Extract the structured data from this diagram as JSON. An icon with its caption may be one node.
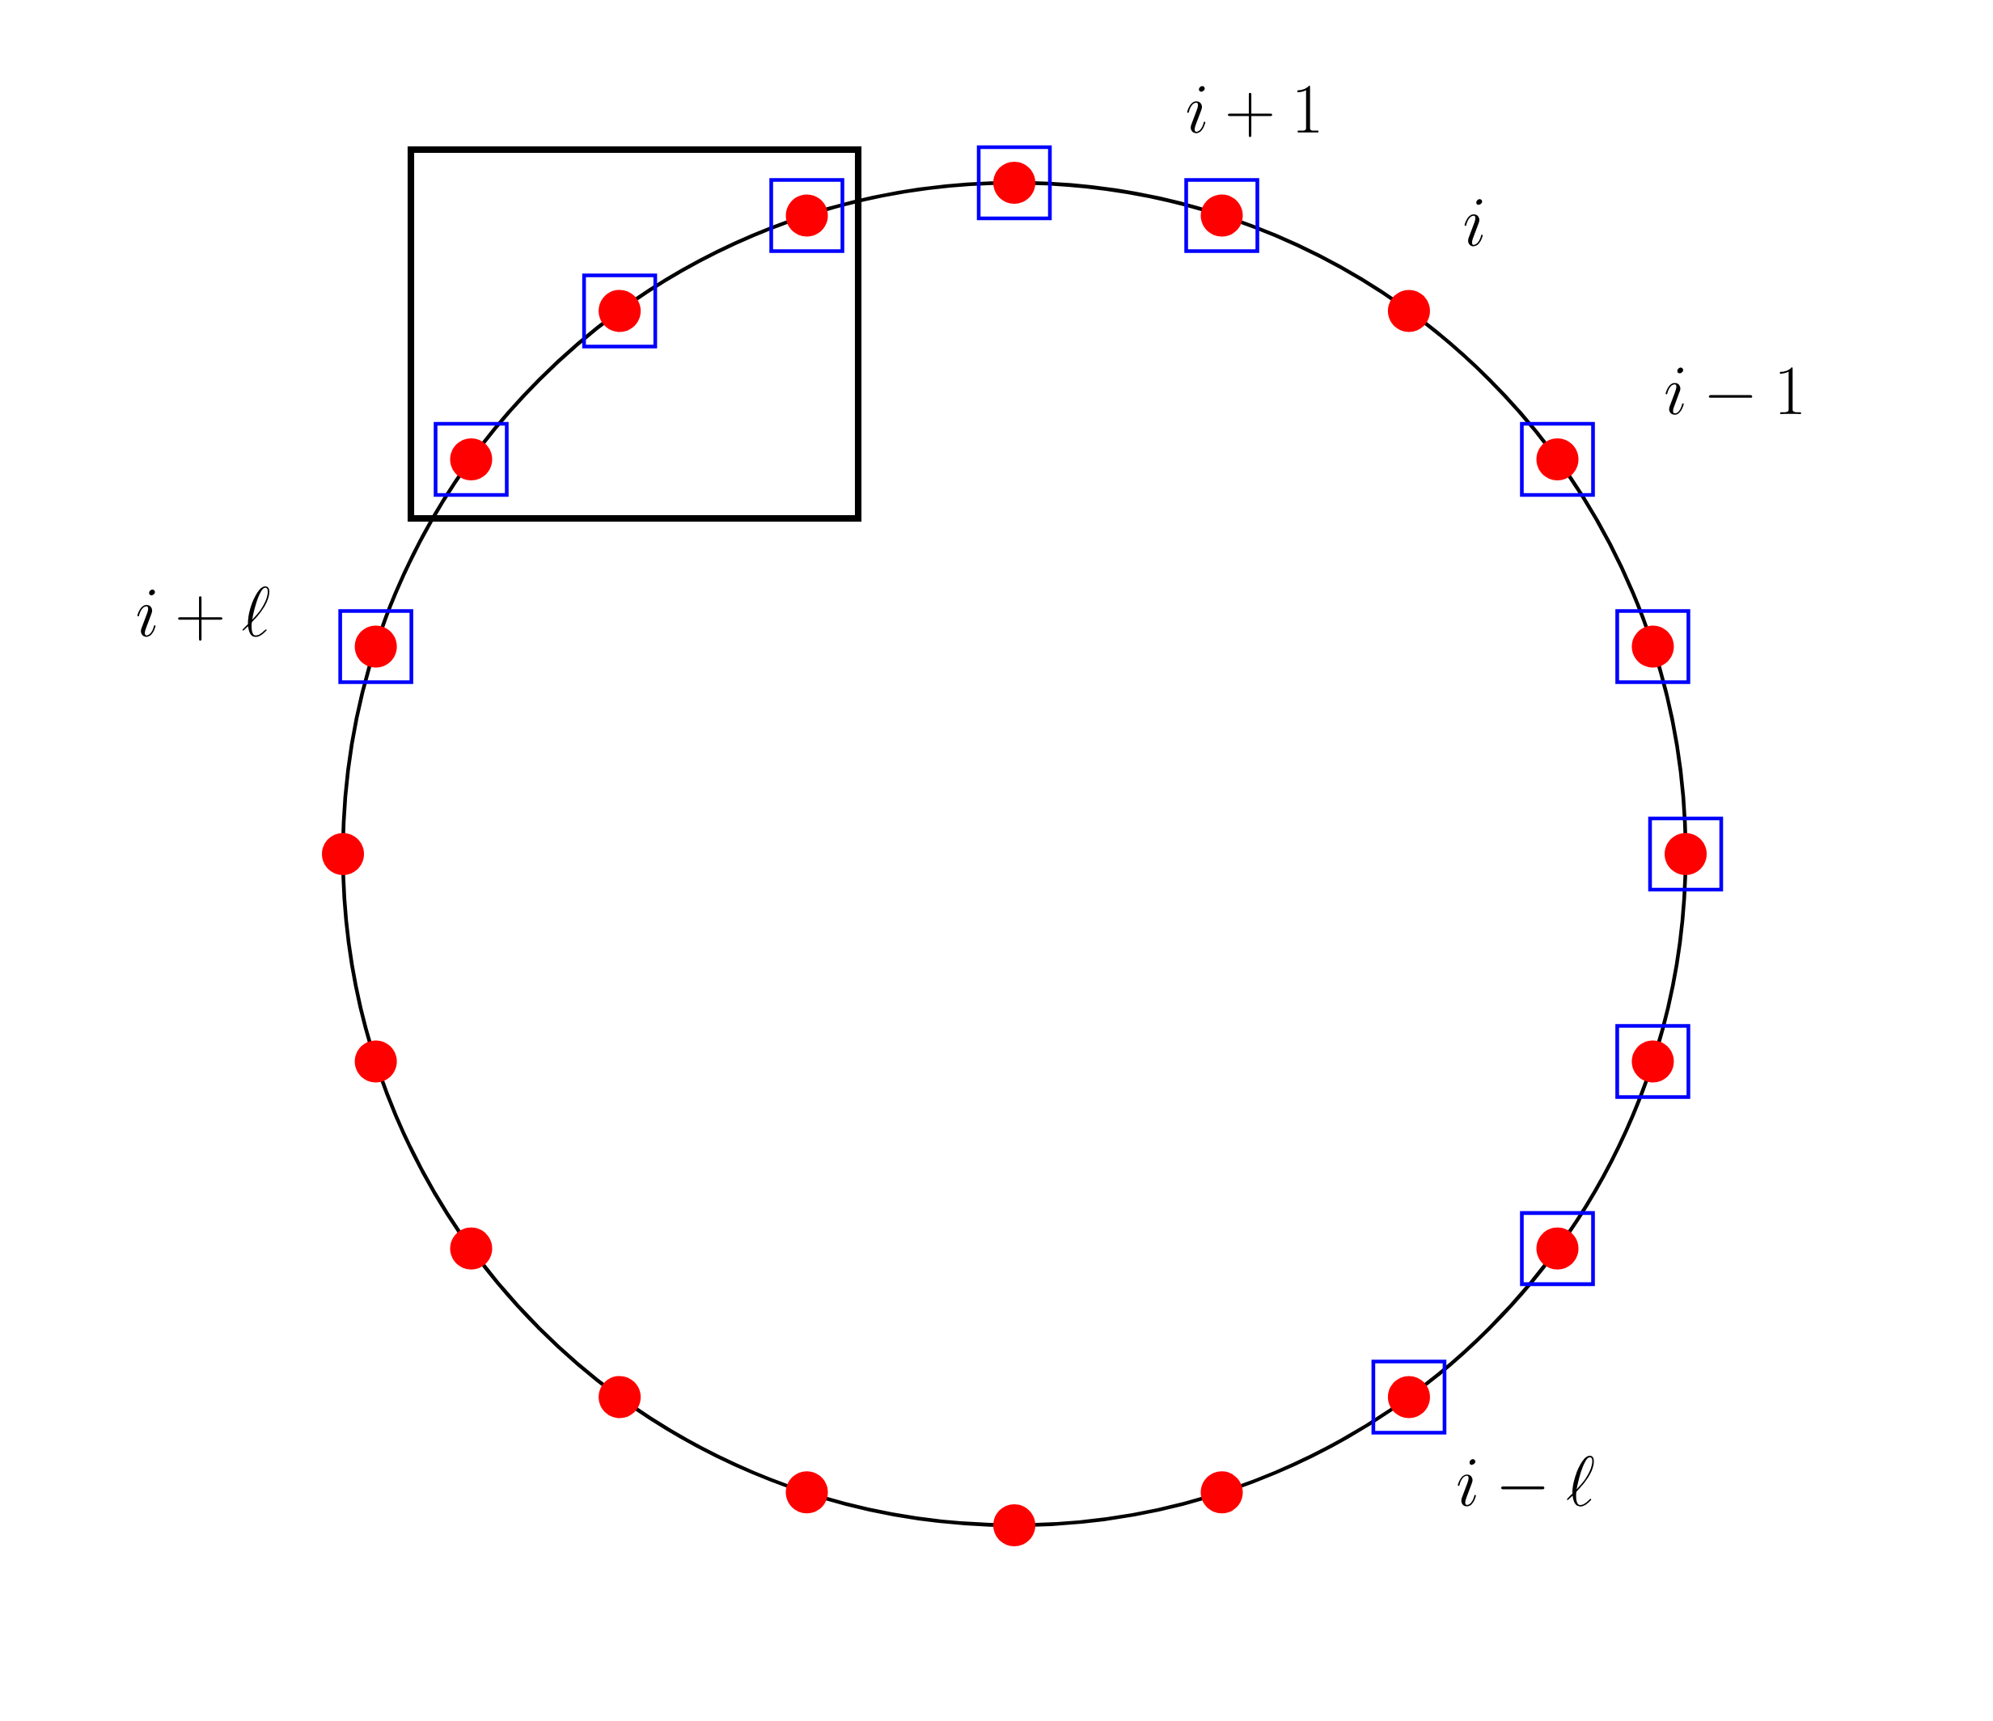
{
  "diagram": {
    "labels": [
      "i+1",
      "i",
      "i-1",
      "i+\\ell",
      "i-\\ell"
    ]
  }
}
